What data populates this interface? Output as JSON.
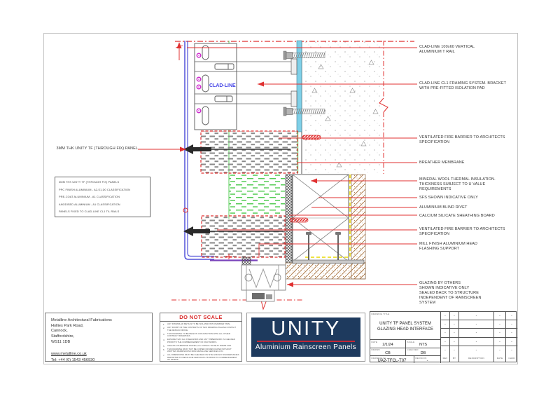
{
  "sheet": {
    "drawing": {
      "cladline_label": "CLAD-LINE"
    },
    "annotation_left": "3MM THK UNITY TF (THROUGH FIX) PANEL",
    "annotations_right": [
      "CLAD-LINE 100x60 VERTICAL\nALUMINIUM T RAIL",
      "CLAD-LINE CL1 FRAMING SYSTEM. BRACKET\nWITH PRE-FITTED ISOLATION PAD",
      "VENTILATED FIRE BARRIER TO ARCHITECTS\nSPECIFICATION",
      "BREATHER MEMBRANE",
      "MINERAL WOOL THERMAL INSULATION.\nTHICKNESS SUBJECT TO U VALUE\nREQUIREMENTS",
      "SFS SHOWN INDICATIVE ONLY",
      "ALUMINIUM BLIND RIVET",
      "CALCIUM SILICATE SHEATHING BOARD",
      "VENTILATED FIRE BARRIER TO ARCHITECTS\nSPECIFICATION",
      "MILL FINISH ALUMINIUM HEAD\nFLASHING SUPPORT",
      "GLAZING BY OTHERS\nSHOWN INDICATIVE ONLY\nSEALED BACK TO STRUCTURE\nINDEPENDENT OF RAINSCREEN\nSYSTEM"
    ],
    "spec_box": {
      "lines": [
        "3MM THK UNITY TF (THROUGH FIX) PANELS",
        "PPC FINISH ALUMINIUM - A2-S1,D0 CLASSIFICATION",
        "PRE-COAT ALUMINIUM - A1 CLASSIFICATION",
        "ANODISED ALUMINIUM - A1 CLASSIFICATION",
        "PANELS FIXED TO CLAD-LINE CL1 T/L RAILS"
      ]
    }
  },
  "company": {
    "name": "Metalline Architectural Fabrications",
    "address": [
      "Hollies Park Road,",
      "Cannock,",
      "Staffordshire,",
      "WS11 1DB"
    ],
    "website": "www.metalline.co.uk",
    "phone": "Tel: +44 (0) 1543 456930"
  },
  "notes": {
    "header": "DO NOT SCALE",
    "items": [
      "ANY DISSIMILAR METALS TO BE ISOLATED WITH BARRIER TAPE.",
      "ANY DOUBT OF THE CONTENTS OF THIS DRAWING PLEASE CONTACT THE DESIGN OFFICE.",
      "THIS DRAWING TO BE READ IN CONJUNCTION WITH ALL OTHER CONTRACT DRAWINGS.",
      "ENSURE THAT ALL STEELWORK AND ANY TIMBERWORK IS CHECKED PRIOR TO THE COMMENCEMENT OF OUR WORKS.",
      "UNLESS OTHERWISE STATED, ALL FIXINGS TO BE AT 450MM CRS.",
      "THIS DRAWING MUST NOT BE COPIED OR REPLICATED WITHOUT WRITTEN PERMISSION FROM METALLINE SERVICES LTD.",
      "ALL DIMENSIONS MUST BE CHECKED ON SITE AND ANY DISCREPANCIES REPORTED TO METALLINE SERVICES LTD PRIOR TO COMMENCEMENT OF WORKS."
    ]
  },
  "logo": {
    "name": "UNITY",
    "tagline": "Aluminium Rainscreen Panels"
  },
  "title_block": {
    "labels": {
      "drawing_title": "DRAWING TITLE",
      "date": "DATE",
      "scale": "SCALE",
      "drawn": "DRAWN",
      "checked": "CHECKED",
      "drawing_no": "DRAWING No.",
      "revision": "REVISION"
    },
    "values": {
      "title_line1": "UNITY TF PANEL SYSTEM",
      "title_line2": "GLAZING HEAD INTERFACE",
      "date": "2/1/24",
      "scale": "NTS",
      "drawn": "CB",
      "checked": "DB",
      "drawing_no": "UA2-TFCL-T07",
      "revision": "-"
    },
    "revision_table": {
      "headers": [
        "REV",
        "BY",
        "DESCRIPTION",
        "DATE",
        "CHKD"
      ],
      "rows": [
        [
          "-",
          "-",
          "-",
          "-",
          "-"
        ],
        [
          "-",
          "-",
          "-",
          "-",
          "-"
        ],
        [
          "-",
          "-",
          "-",
          "-",
          "-"
        ],
        [
          "-",
          "-",
          "-",
          "-",
          "-"
        ],
        [
          "-",
          "-",
          "-",
          "-",
          "-"
        ]
      ]
    }
  },
  "colors": {
    "leader_red": "#e03030",
    "panel_blue": "#5050d8",
    "rivet_magenta": "#cc22cc",
    "membrane_green": "#44cc44",
    "isolation_cyan": "#7fd0e8",
    "dpc_yellow": "#e8d800",
    "masonry_brown": "#b08050",
    "logo_navy": "#1e3a5e",
    "logo_red": "#c12636",
    "do_not_scale_red": "#d92b2b"
  }
}
